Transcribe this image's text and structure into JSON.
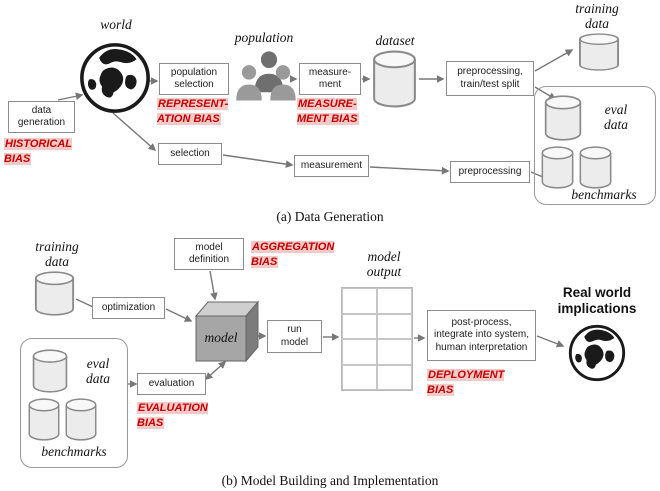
{
  "panel_a": {
    "caption": "(a) Data Generation",
    "world_label": "world",
    "population_label": "population",
    "dataset_label": "dataset",
    "training_data_label": "training\ndata",
    "eval_data_label": "eval\ndata",
    "benchmarks_label": "benchmarks",
    "boxes": {
      "data_generation": "data\ngeneration",
      "population_selection": "population\nselection",
      "measurement": "measure-\nment",
      "preprocessing_split": "preprocessing,\ntrain/test split",
      "selection": "selection",
      "measurement_row2": "measurement",
      "preprocessing_row2": "preprocessing"
    },
    "biases": {
      "historical": "HISTORICAL\nBIAS",
      "representation": "REPRESENT-\nATION  BIAS",
      "measurement": "MEASURE-\nMENT BIAS"
    }
  },
  "panel_b": {
    "caption": "(b) Model Building and Implementation",
    "training_data_label": "training\ndata",
    "eval_data_label": "eval\ndata",
    "benchmarks_label": "benchmarks",
    "model_label": "model",
    "model_output_label": "model\noutput",
    "real_world_label": "Real world\nimplications",
    "boxes": {
      "model_definition": "model\ndefinition",
      "optimization": "optimization",
      "evaluation": "evaluation",
      "run_model": "run\nmodel",
      "post_process": "post-process,\nintegrate into system,\nhuman interpretation"
    },
    "biases": {
      "aggregation": "AGGREGATION\nBIAS",
      "evaluation": "EVALUATION\nBIAS",
      "deployment": "DEPLOYMENT\nBIAS"
    }
  },
  "colors": {
    "bias_text": "#c00000",
    "bias_highlight": "#f6c9c9",
    "box_border": "#8c8c8c",
    "arrow": "#777777"
  }
}
